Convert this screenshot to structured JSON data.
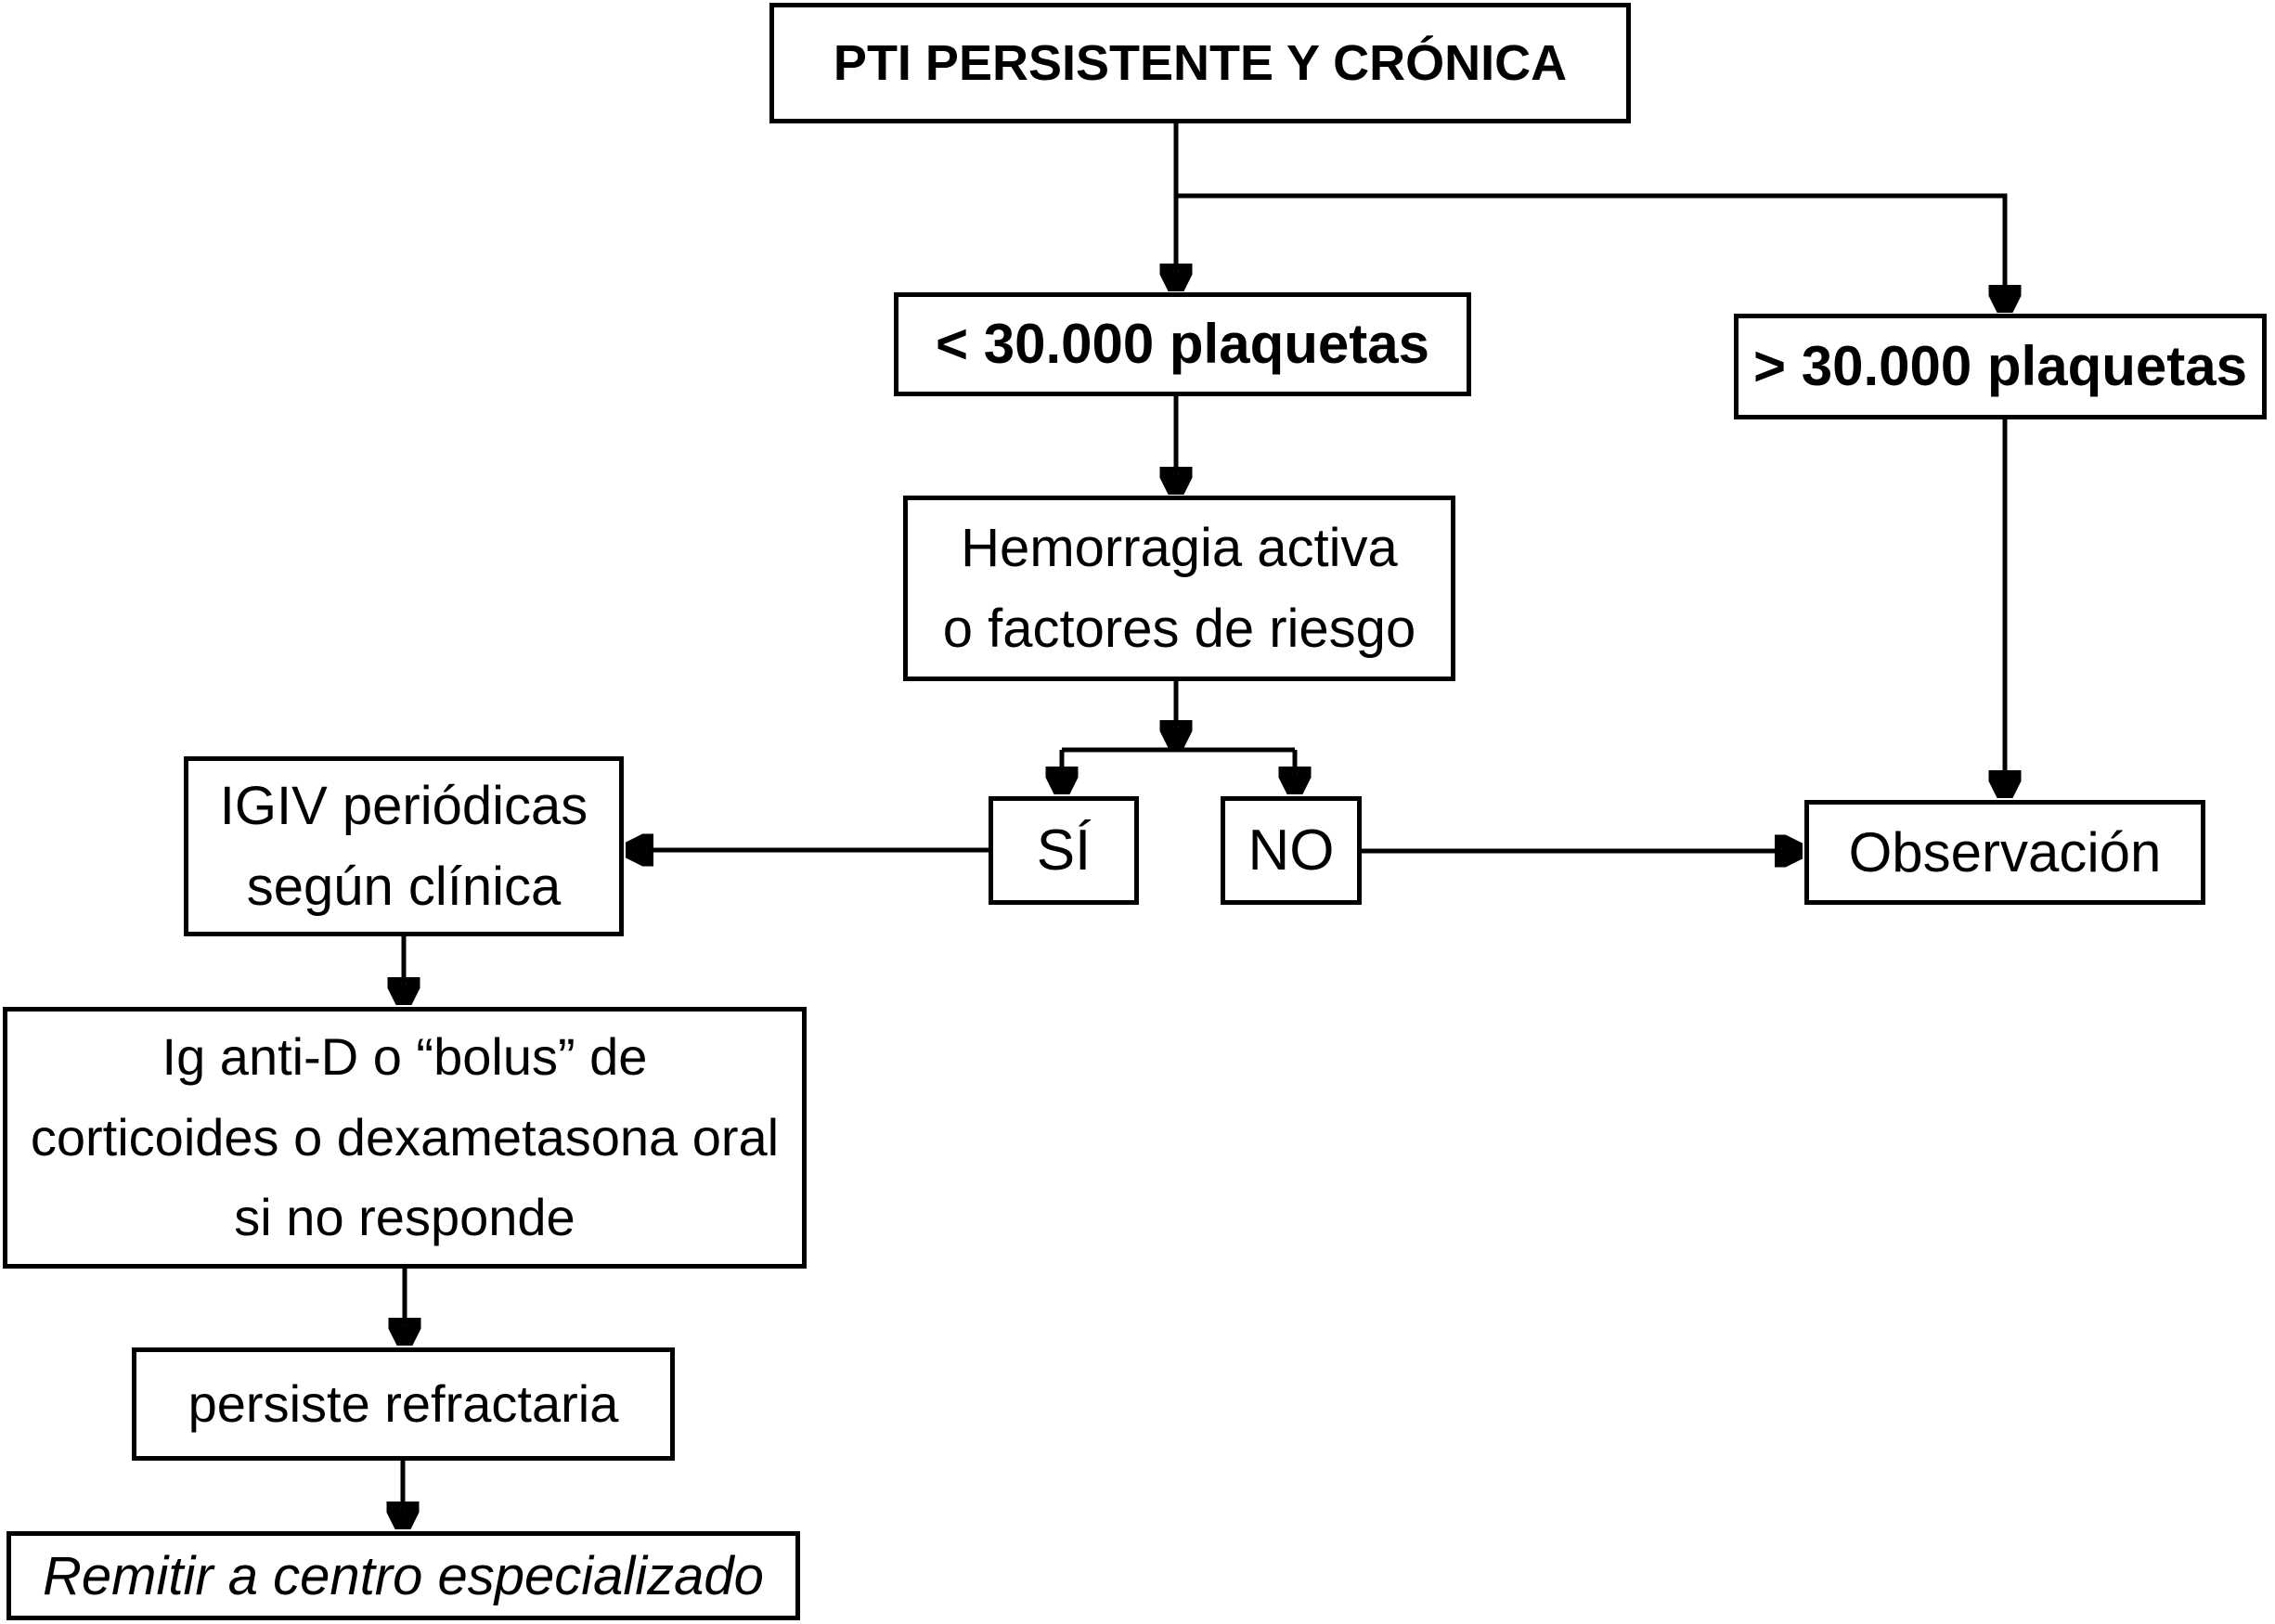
{
  "diagram": {
    "type": "flowchart",
    "title": "PTI PERSISTENTE Y CRÓNICA",
    "nodes": {
      "title": "PTI PERSISTENTE Y CRÓNICA",
      "lt30": "< 30.000 plaquetas",
      "gt30": "> 30.000 plaquetas",
      "hemorragia": "Hemorragia activa\no factores de riesgo",
      "si": "SÍ",
      "no": "NO",
      "igiv": "IGIV periódicas\nsegún clínica",
      "observacion": "Observación",
      "ig_anti_d": "Ig anti-D o “bolus” de\ncorticoides o dexametasona oral\nsi no responde",
      "persiste": "persiste refractaria",
      "remitir": "Remitir a centro especializado"
    },
    "edges": [
      {
        "from": "title",
        "to": "lt30"
      },
      {
        "from": "title",
        "to": "gt30"
      },
      {
        "from": "lt30",
        "to": "hemorragia"
      },
      {
        "from": "hemorragia",
        "to": "si"
      },
      {
        "from": "hemorragia",
        "to": "no"
      },
      {
        "from": "si",
        "to": "igiv"
      },
      {
        "from": "no",
        "to": "observacion"
      },
      {
        "from": "gt30",
        "to": "observacion"
      },
      {
        "from": "igiv",
        "to": "ig_anti_d"
      },
      {
        "from": "ig_anti_d",
        "to": "persiste"
      },
      {
        "from": "persiste",
        "to": "remitir"
      }
    ],
    "colors": {
      "line": "#000000",
      "box_border": "#000000",
      "box_fill": "#ffffff",
      "text": "#000000",
      "background": "#ffffff"
    }
  }
}
